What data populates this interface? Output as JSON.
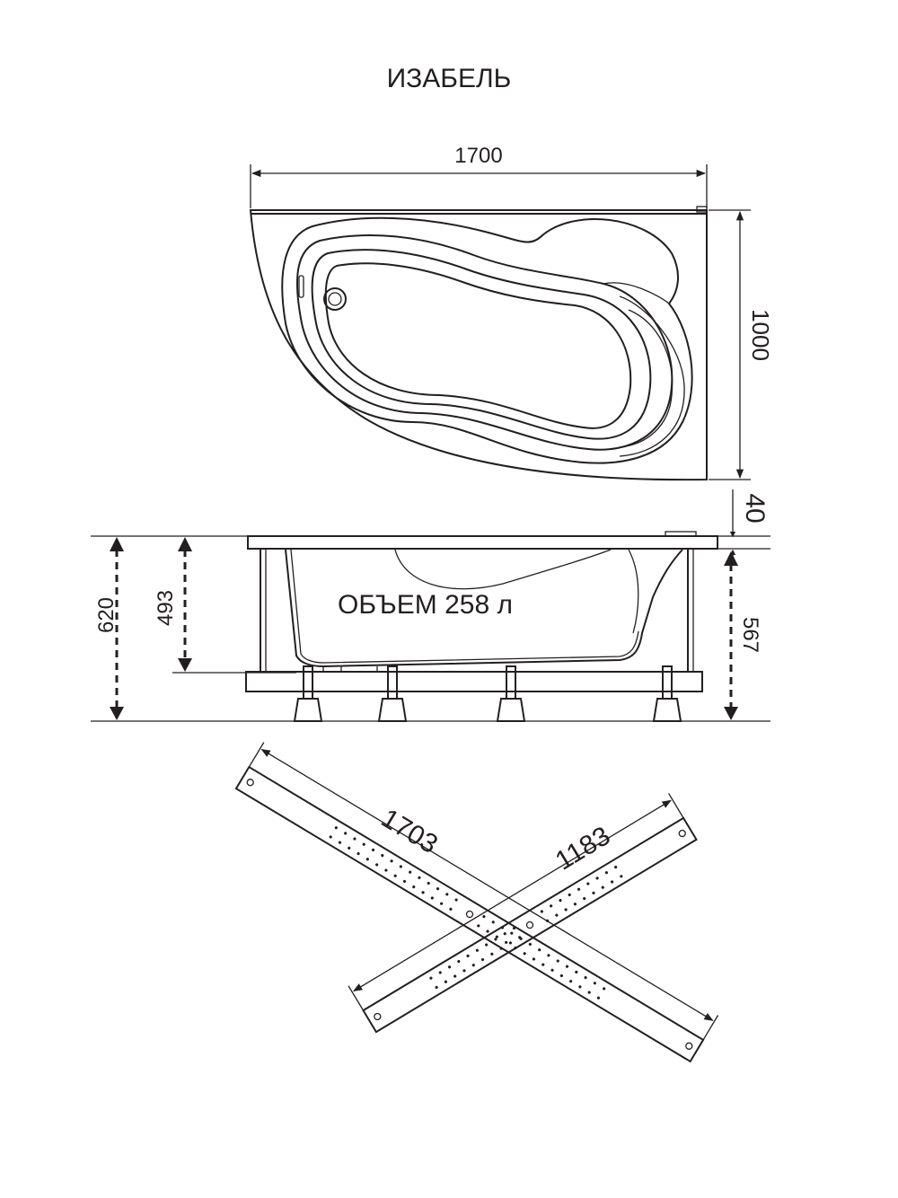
{
  "title": "ИЗАБЕЛЬ",
  "top_view": {
    "width_label": "1700",
    "depth_label": "1000"
  },
  "side_view": {
    "rim_label": "40",
    "total_height_label": "620",
    "inner_depth_label": "493",
    "frame_height_label": "567",
    "volume_label": "ОБЪЕМ 258 л"
  },
  "frame": {
    "long_beam_label": "1703",
    "short_beam_label": "1183"
  },
  "colors": {
    "line": "#231f20",
    "background": "#ffffff"
  }
}
